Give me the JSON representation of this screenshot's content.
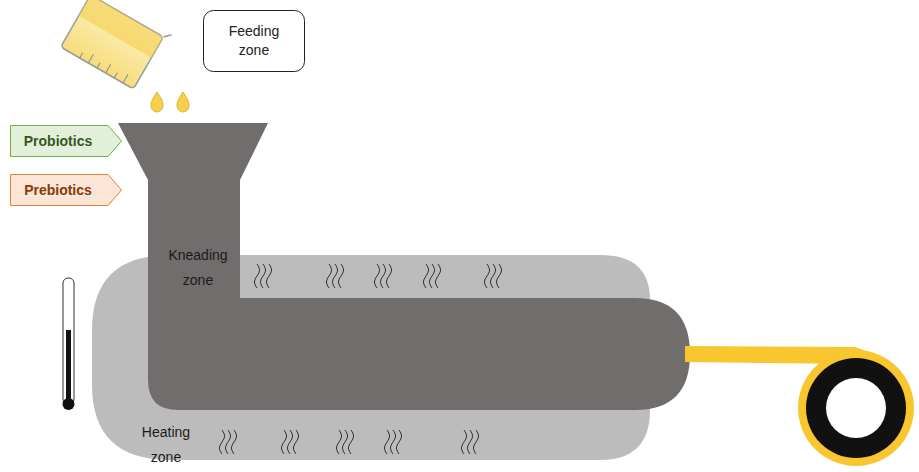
{
  "diagram": {
    "nodes": [
      {
        "text": [
          "Feeding zone"
        ]
      },
      {
        "text": [
          "Probiotics"
        ]
      },
      {
        "text": [
          "Prebiotics"
        ]
      }
    ],
    "labels": [
      "Kneading zone",
      "Heating zone"
    ]
  }
}
